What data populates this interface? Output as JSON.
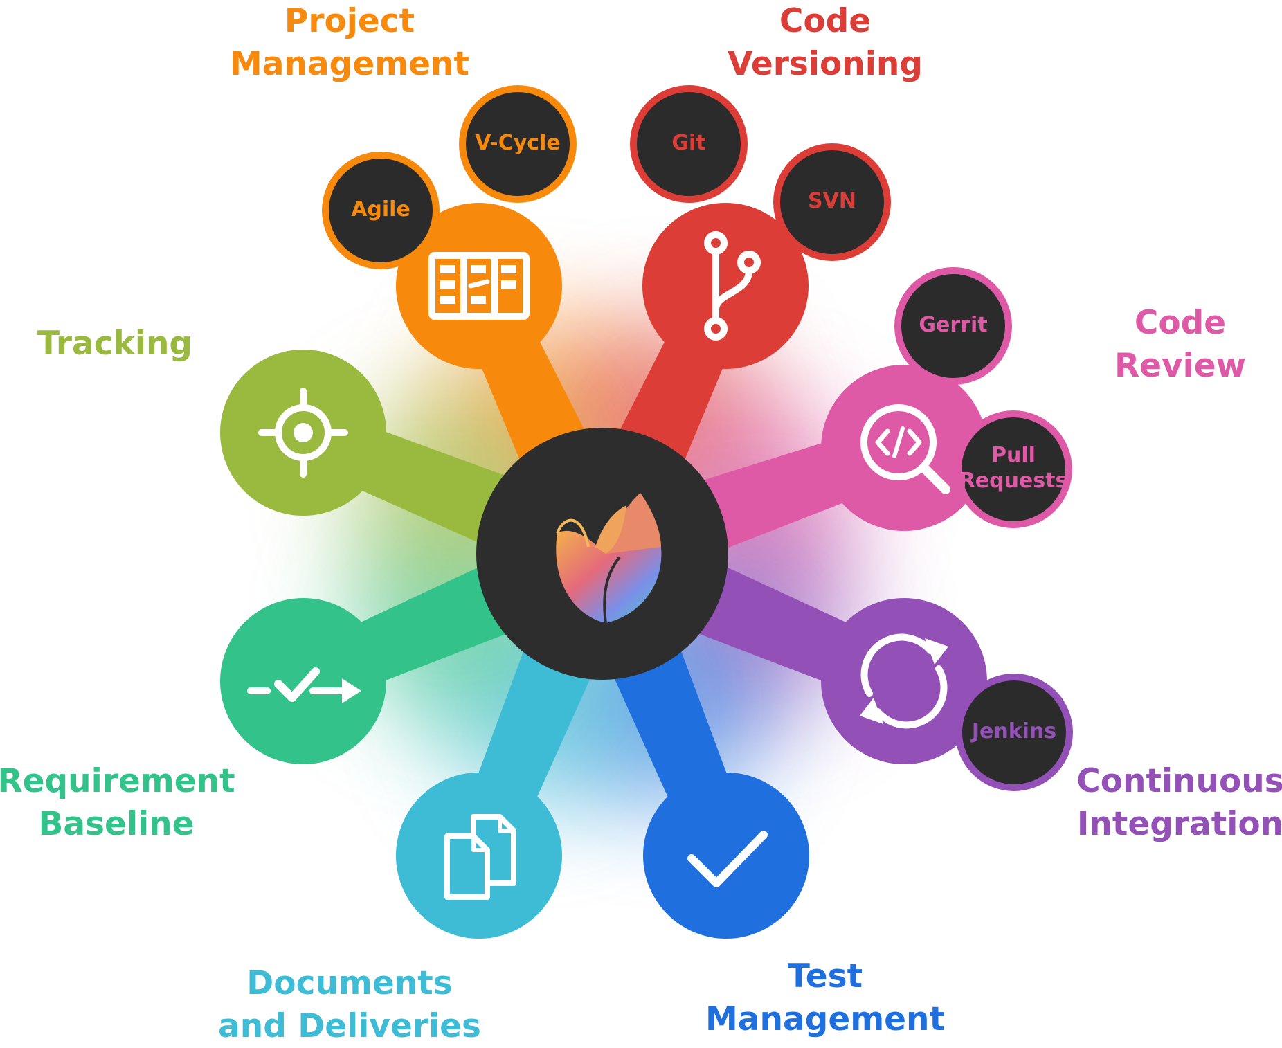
{
  "categories": [
    {
      "id": "project-management",
      "lines": [
        "Project",
        "Management"
      ],
      "color": "#f7890c",
      "icon": "kanban-board-icon",
      "tools": [
        {
          "lines": [
            "Agile"
          ]
        },
        {
          "lines": [
            "V-Cycle"
          ]
        }
      ]
    },
    {
      "id": "code-versioning",
      "lines": [
        "Code",
        "Versioning"
      ],
      "color": "#dc3d37",
      "icon": "git-branch-icon",
      "tools": [
        {
          "lines": [
            "Git"
          ]
        },
        {
          "lines": [
            "SVN"
          ]
        }
      ]
    },
    {
      "id": "code-review",
      "lines": [
        "Code",
        "Review"
      ],
      "color": "#de59a6",
      "icon": "code-search-icon",
      "tools": [
        {
          "lines": [
            "Gerrit"
          ]
        },
        {
          "lines": [
            "Pull",
            "Requests"
          ]
        }
      ]
    },
    {
      "id": "continuous-integration",
      "lines": [
        "Continuous",
        "Integration"
      ],
      "color": "#9350b7",
      "icon": "sync-icon",
      "tools": [
        {
          "lines": [
            "Jenkins"
          ]
        }
      ]
    },
    {
      "id": "test-management",
      "lines": [
        "Test",
        "Management"
      ],
      "color": "#1f6fdf",
      "icon": "checkmark-icon",
      "tools": []
    },
    {
      "id": "documents-and-deliveries",
      "lines": [
        "Documents",
        "and Deliveries"
      ],
      "color": "#3ebcd6",
      "icon": "documents-icon",
      "tools": []
    },
    {
      "id": "requirement-baseline",
      "lines": [
        "Requirement",
        "Baseline"
      ],
      "color": "#33c28a",
      "icon": "baseline-check-arrow-icon",
      "tools": []
    },
    {
      "id": "tracking",
      "lines": [
        "Tracking"
      ],
      "color": "#9aba3f",
      "icon": "crosshair-target-icon",
      "tools": []
    }
  ],
  "hub": {
    "icon": "tulip-logo-icon",
    "color": "#2d2d2d"
  },
  "tool_bubble_color": "#2b2b2b"
}
